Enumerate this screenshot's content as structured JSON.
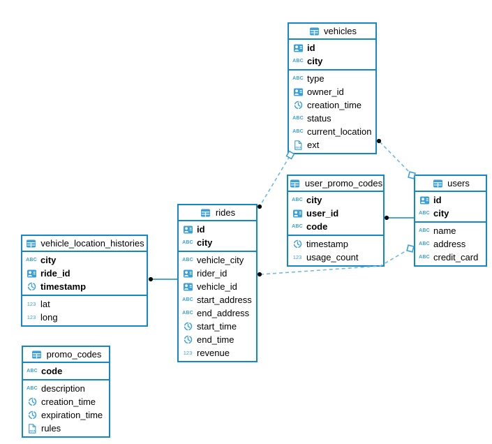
{
  "diagram": {
    "kind": "entity-relationship-diagram",
    "icon_glyphs": {
      "string": "ABC",
      "number": "123",
      "json": "JSON"
    },
    "colors": {
      "entity_border": "#1287c9",
      "solid_line": "#1287c9",
      "dashed_line": "#6fb9e6",
      "type_icon_blue": "#3aa0d8",
      "marker_fill": "#ffffff",
      "endpoint_dot": "#0a0a0a",
      "text": "#000000",
      "background": "#ffffff"
    },
    "tables": [
      {
        "name": "vehicles",
        "header_icon": "table-icon",
        "pk": [
          {
            "icon": "uuid-icon",
            "label": "id"
          },
          {
            "icon": "string-icon",
            "label": "city"
          }
        ],
        "cols": [
          {
            "icon": "string-icon",
            "label": "type"
          },
          {
            "icon": "uuid-icon",
            "label": "owner_id"
          },
          {
            "icon": "datetime-icon",
            "label": "creation_time"
          },
          {
            "icon": "string-icon",
            "label": "status"
          },
          {
            "icon": "string-icon",
            "label": "current_location"
          },
          {
            "icon": "json-icon",
            "label": "ext"
          }
        ]
      },
      {
        "name": "user_promo_codes",
        "header_icon": "table-icon",
        "pk": [
          {
            "icon": "string-icon",
            "label": "city"
          },
          {
            "icon": "uuid-icon",
            "label": "user_id"
          },
          {
            "icon": "string-icon",
            "label": "code"
          }
        ],
        "cols": [
          {
            "icon": "datetime-icon",
            "label": "timestamp"
          },
          {
            "icon": "number-icon",
            "label": "usage_count"
          }
        ]
      },
      {
        "name": "users",
        "header_icon": "table-icon",
        "pk": [
          {
            "icon": "uuid-icon",
            "label": "id"
          },
          {
            "icon": "string-icon",
            "label": "city"
          }
        ],
        "cols": [
          {
            "icon": "string-icon",
            "label": "name"
          },
          {
            "icon": "string-icon",
            "label": "address"
          },
          {
            "icon": "string-icon",
            "label": "credit_card"
          }
        ]
      },
      {
        "name": "rides",
        "header_icon": "table-icon",
        "pk": [
          {
            "icon": "uuid-icon",
            "label": "id"
          },
          {
            "icon": "string-icon",
            "label": "city"
          }
        ],
        "cols": [
          {
            "icon": "string-icon",
            "label": "vehicle_city"
          },
          {
            "icon": "uuid-icon",
            "label": "rider_id"
          },
          {
            "icon": "uuid-icon",
            "label": "vehicle_id"
          },
          {
            "icon": "string-icon",
            "label": "start_address"
          },
          {
            "icon": "string-icon",
            "label": "end_address"
          },
          {
            "icon": "datetime-icon",
            "label": "start_time"
          },
          {
            "icon": "datetime-icon",
            "label": "end_time"
          },
          {
            "icon": "number-icon",
            "label": "revenue"
          }
        ]
      },
      {
        "name": "vehicle_location_histories",
        "header_icon": "table-icon",
        "pk": [
          {
            "icon": "string-icon",
            "label": "city"
          },
          {
            "icon": "uuid-icon",
            "label": "ride_id"
          },
          {
            "icon": "datetime-icon",
            "label": "timestamp"
          }
        ],
        "cols": [
          {
            "icon": "number-icon",
            "label": "lat"
          },
          {
            "icon": "number-icon",
            "label": "long"
          }
        ]
      },
      {
        "name": "promo_codes",
        "header_icon": "table-icon",
        "pk": [
          {
            "icon": "string-icon",
            "label": "code"
          }
        ],
        "cols": [
          {
            "icon": "string-icon",
            "label": "description"
          },
          {
            "icon": "datetime-icon",
            "label": "creation_time"
          },
          {
            "icon": "datetime-icon",
            "label": "expiration_time"
          },
          {
            "icon": "json-icon",
            "label": "rules"
          }
        ]
      }
    ],
    "connections": [
      {
        "from": "vehicles",
        "to": "users",
        "style": "dashed",
        "from_marker": "dot",
        "to_marker": "square"
      },
      {
        "from": "vehicles",
        "to": "rides",
        "style": "dashed",
        "from_marker": "square",
        "to_marker": "dot"
      },
      {
        "from": "user_promo_codes",
        "to": "users",
        "style": "solid",
        "from_marker": "dot",
        "to_marker": "none"
      },
      {
        "from": "rides",
        "to": "users",
        "style": "dashed",
        "from_marker": "dot",
        "to_marker": "square"
      },
      {
        "from": "vehicle_location_histories",
        "to": "rides",
        "style": "solid",
        "from_marker": "dot",
        "to_marker": "none"
      }
    ]
  }
}
